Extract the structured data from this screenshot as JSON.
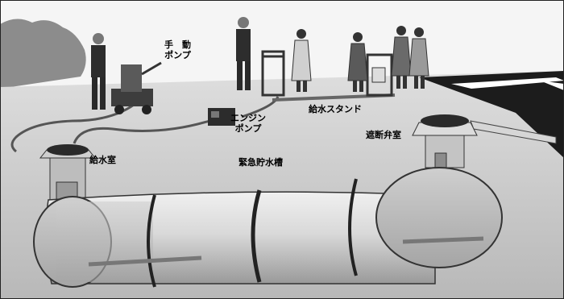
{
  "labels": {
    "manual_pump": [
      "手　動",
      "ポンプ"
    ],
    "engine_pump": [
      "エンジン",
      "ポンプ"
    ],
    "water_stand": "給水スタンド",
    "water_room": "給水室",
    "valve_room": "遮断弁室",
    "tank": "緊急貯水槽"
  },
  "colors": {
    "sky": "#f4f4f4",
    "ground": "#cfcfcf",
    "road": "#1c1c1c",
    "pipe_dark": "#444444",
    "tank_light": "#e6e6e6",
    "hedge": "#8a8a8a"
  }
}
